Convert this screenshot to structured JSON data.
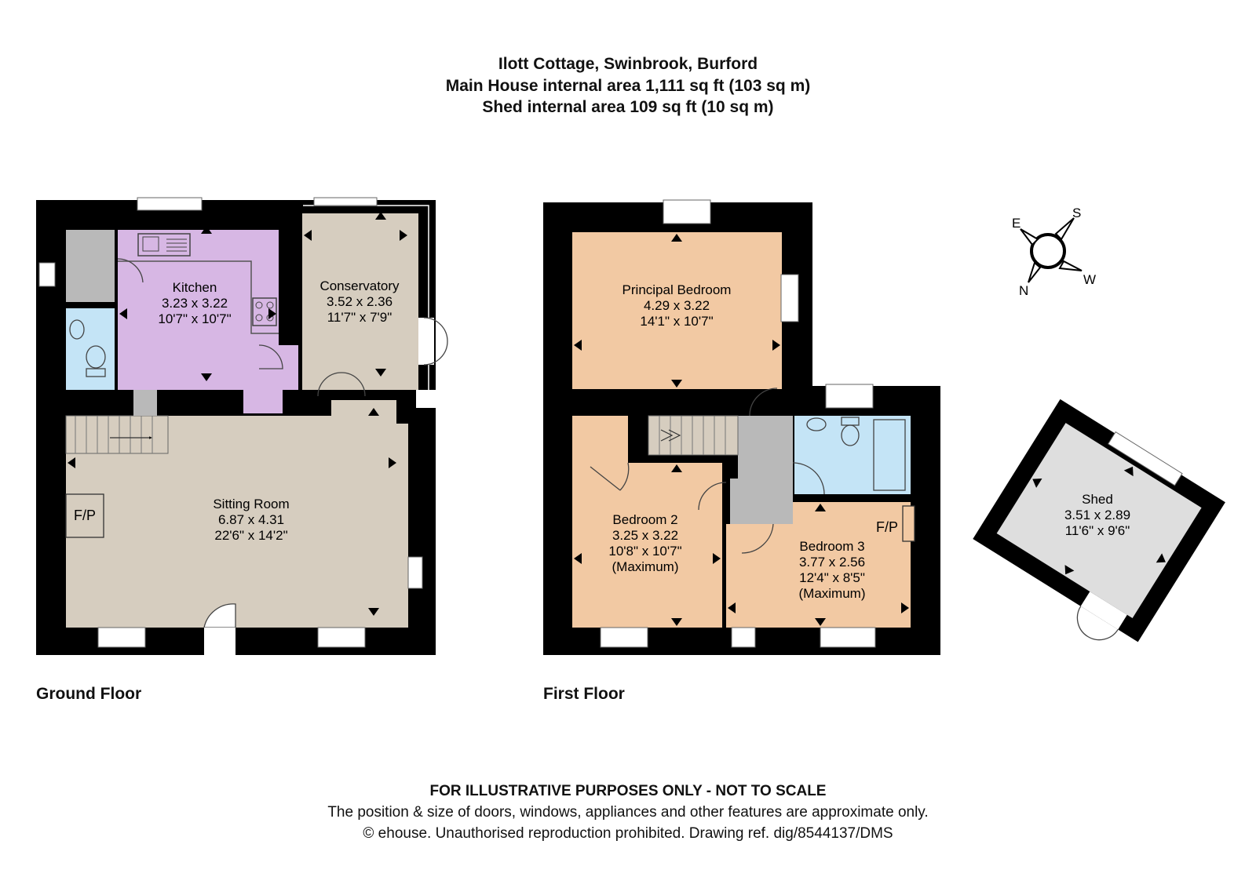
{
  "header": {
    "title": "Ilott Cottage, Swinbrook, Burford",
    "main_area": "Main House internal area 1,111 sq ft (103 sq m)",
    "shed_area": "Shed internal area 109 sq ft (10 sq m)"
  },
  "floors": {
    "ground": "Ground Floor",
    "first": "First Floor"
  },
  "rooms": {
    "kitchen": {
      "name": "Kitchen",
      "metric": "3.23 x 3.22",
      "imperial": "10'7\" x 10'7\""
    },
    "conservatory": {
      "name": "Conservatory",
      "metric": "3.52 x 2.36",
      "imperial": "11'7\" x 7'9\""
    },
    "sitting": {
      "name": "Sitting Room",
      "metric": "6.87 x 4.31",
      "imperial": "22'6\" x 14'2\""
    },
    "principal": {
      "name": "Principal Bedroom",
      "metric": "4.29 x 3.22",
      "imperial": "14'1\" x 10'7\""
    },
    "bedroom2": {
      "name": "Bedroom 2",
      "metric": "3.25 x 3.22",
      "imperial": "10'8\" x 10'7\"",
      "note": "(Maximum)"
    },
    "bedroom3": {
      "name": "Bedroom 3",
      "metric": "3.77 x 2.56",
      "imperial": "12'4\" x 8'5\"",
      "note": "(Maximum)"
    },
    "shed": {
      "name": "Shed",
      "metric": "3.51 x 2.89",
      "imperial": "11'6\" x 9'6\""
    }
  },
  "fireplace_label": "F/P",
  "compass": {
    "n": "N",
    "e": "E",
    "s": "S",
    "w": "W"
  },
  "disclaimer": {
    "line1": "FOR ILLUSTRATIVE PURPOSES ONLY - NOT TO SCALE",
    "line2": "The position & size of doors, windows, appliances and other features are approximate only.",
    "line3": "© ehouse. Unauthorised reproduction prohibited. Drawing ref. dig/8544137/DMS"
  },
  "colors": {
    "wall": "#000000",
    "kitchen": "#d7b7e4",
    "sitting": "#d6cdbf",
    "bedroom": "#f2c9a3",
    "bathroom": "#c4e4f6",
    "landing": "#b9b9b9",
    "shed": "#dedede"
  }
}
